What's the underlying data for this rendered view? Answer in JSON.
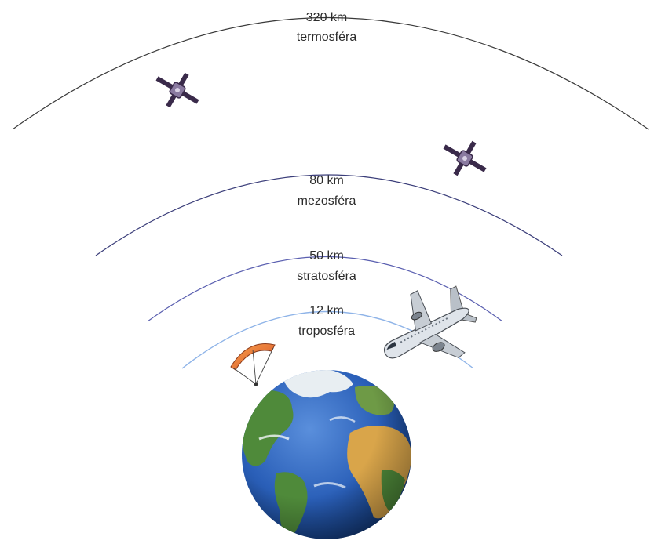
{
  "layers": [
    {
      "altitude": "320 km",
      "name": "termosféra",
      "color": "#3a3a3a"
    },
    {
      "altitude": "80 km",
      "name": "mezosféra",
      "color": "#3b3e7a"
    },
    {
      "altitude": "50 km",
      "name": "stratosféra",
      "color": "#5a5fb0"
    },
    {
      "altitude": "12 km",
      "name": "troposféra",
      "color": "#8fb4e8"
    }
  ],
  "icons": {
    "satellite": "satellite-icon",
    "airplane": "airplane-icon",
    "paraglider": "paraglider-icon",
    "earth": "earth-globe-icon"
  },
  "colors": {
    "ocean": "#2a5fb8",
    "land_green": "#4f8a3a",
    "land_desert": "#d9a54a",
    "ice": "#e8eef2"
  }
}
